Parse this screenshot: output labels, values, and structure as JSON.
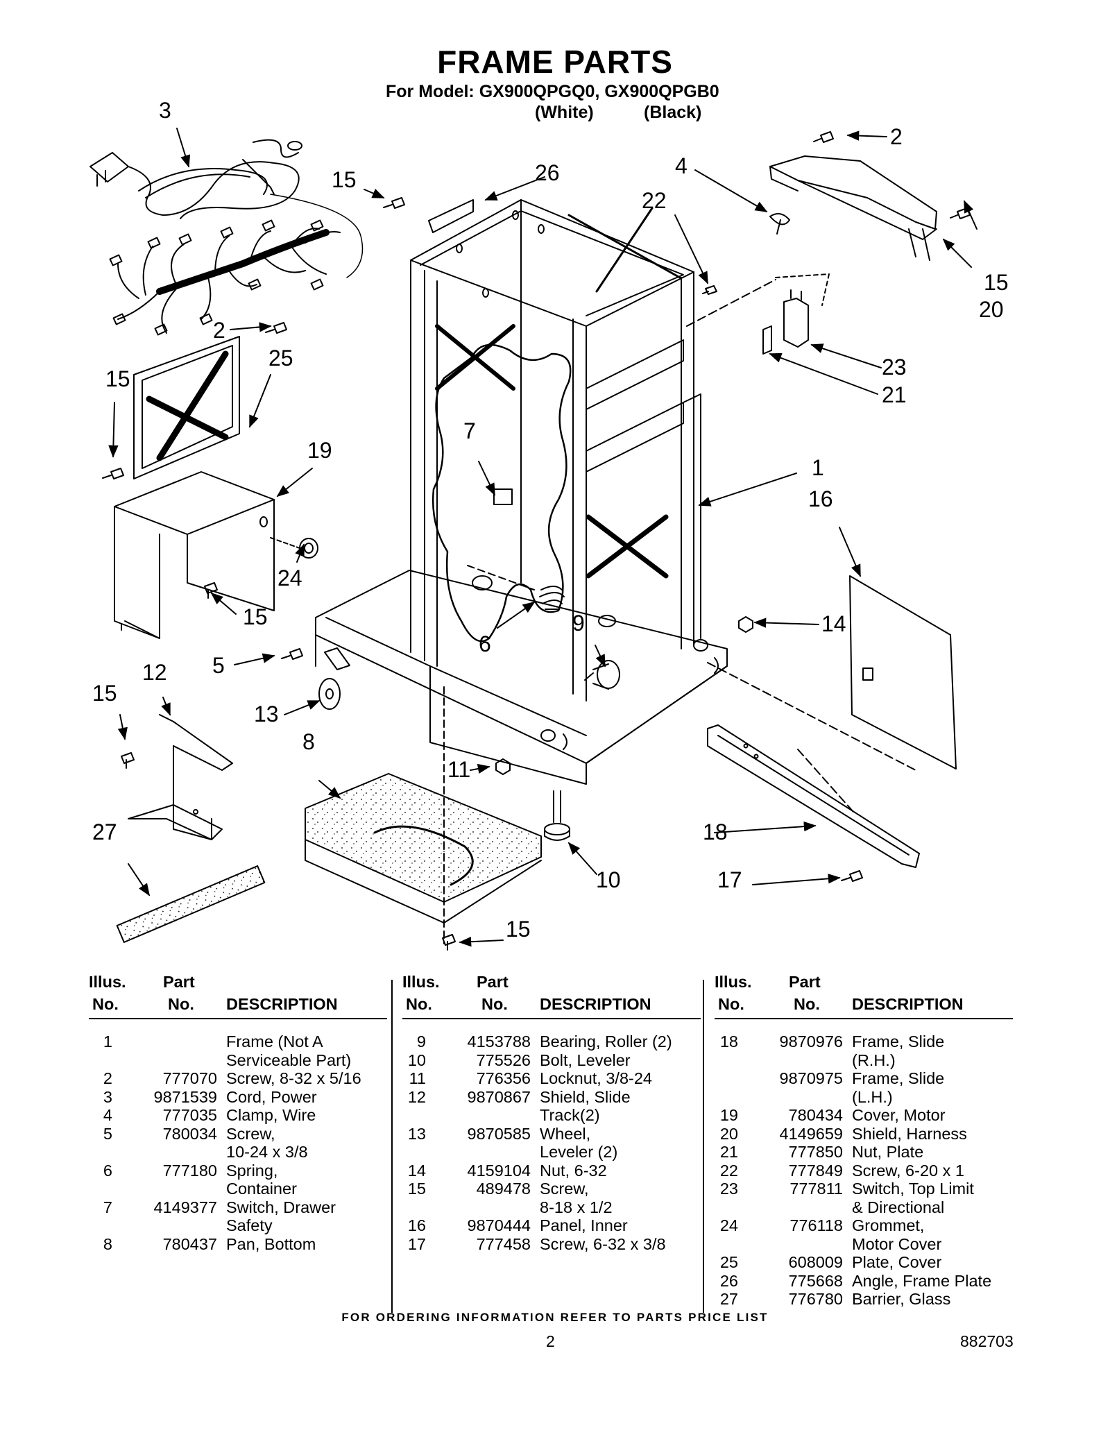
{
  "header": {
    "title": "FRAME PARTS",
    "model_line": "For Model: GX900QPGQ0, GX900QPGB0",
    "variant_white": "(White)",
    "variant_black": "(Black)"
  },
  "diagram": {
    "callouts": [
      {
        "id": "c3",
        "text": "3"
      },
      {
        "id": "c2a",
        "text": "2"
      },
      {
        "id": "c15a",
        "text": "15"
      },
      {
        "id": "c26",
        "text": "26"
      },
      {
        "id": "c4",
        "text": "4"
      },
      {
        "id": "c22",
        "text": "22"
      },
      {
        "id": "c15b",
        "text": "15"
      },
      {
        "id": "c20",
        "text": "20"
      },
      {
        "id": "c2b",
        "text": "2"
      },
      {
        "id": "c25",
        "text": "25"
      },
      {
        "id": "c15c",
        "text": "15"
      },
      {
        "id": "c23",
        "text": "23"
      },
      {
        "id": "c21",
        "text": "21"
      },
      {
        "id": "c19",
        "text": "19"
      },
      {
        "id": "c7",
        "text": "7"
      },
      {
        "id": "c1",
        "text": "1"
      },
      {
        "id": "c16",
        "text": "16"
      },
      {
        "id": "c24",
        "text": "24"
      },
      {
        "id": "c15d",
        "text": "15"
      },
      {
        "id": "c14",
        "text": "14"
      },
      {
        "id": "c9",
        "text": "9"
      },
      {
        "id": "c6",
        "text": "6"
      },
      {
        "id": "c5",
        "text": "5"
      },
      {
        "id": "c12",
        "text": "12"
      },
      {
        "id": "c15e",
        "text": "15"
      },
      {
        "id": "c13",
        "text": "13"
      },
      {
        "id": "c8",
        "text": "8"
      },
      {
        "id": "c11",
        "text": "11"
      },
      {
        "id": "c27",
        "text": "27"
      },
      {
        "id": "c18",
        "text": "18"
      },
      {
        "id": "c10",
        "text": "10"
      },
      {
        "id": "c17",
        "text": "17"
      },
      {
        "id": "c15f",
        "text": "15"
      }
    ]
  },
  "table": {
    "headers": {
      "illus_line1": "Illus.",
      "illus_line2": "No.",
      "part_line1": "Part",
      "part_line2": "No.",
      "description": "DESCRIPTION"
    },
    "columns": [
      {
        "rows": [
          {
            "no": "1",
            "part": "",
            "desc": [
              "Frame (Not A",
              "Serviceable Part)"
            ]
          },
          {
            "no": "2",
            "part": "777070",
            "desc": [
              "Screw, 8-32 x 5/16"
            ]
          },
          {
            "no": "3",
            "part": "9871539",
            "desc": [
              "Cord, Power"
            ]
          },
          {
            "no": "4",
            "part": "777035",
            "desc": [
              "Clamp, Wire"
            ]
          },
          {
            "no": "5",
            "part": "780034",
            "desc": [
              "Screw,",
              "10-24 x 3/8"
            ]
          },
          {
            "no": "6",
            "part": "777180",
            "desc": [
              "Spring,",
              "Container"
            ]
          },
          {
            "no": "7",
            "part": "4149377",
            "desc": [
              "Switch, Drawer",
              "Safety"
            ]
          },
          {
            "no": "8",
            "part": "780437",
            "desc": [
              "Pan, Bottom"
            ]
          }
        ]
      },
      {
        "rows": [
          {
            "no": "9",
            "part": "4153788",
            "desc": [
              "Bearing, Roller (2)"
            ]
          },
          {
            "no": "10",
            "part": "775526",
            "desc": [
              "Bolt, Leveler"
            ]
          },
          {
            "no": "11",
            "part": "776356",
            "desc": [
              "Locknut, 3/8-24"
            ]
          },
          {
            "no": "12",
            "part": "9870867",
            "desc": [
              "Shield, Slide",
              "Track(2)"
            ]
          },
          {
            "no": "13",
            "part": "9870585",
            "desc": [
              "Wheel,",
              "Leveler (2)"
            ]
          },
          {
            "no": "14",
            "part": "4159104",
            "desc": [
              "Nut, 6-32"
            ]
          },
          {
            "no": "15",
            "part": "489478",
            "desc": [
              "Screw,",
              "8-18 x 1/2"
            ]
          },
          {
            "no": "16",
            "part": "9870444",
            "desc": [
              "Panel, Inner"
            ]
          },
          {
            "no": "17",
            "part": "777458",
            "desc": [
              "Screw, 6-32 x 3/8"
            ]
          }
        ]
      },
      {
        "rows": [
          {
            "no": "18",
            "part": "9870976",
            "desc": [
              "Frame, Slide",
              "(R.H.)"
            ]
          },
          {
            "no": "",
            "part": "9870975",
            "desc": [
              "Frame, Slide",
              "(L.H.)"
            ]
          },
          {
            "no": "19",
            "part": "780434",
            "desc": [
              "Cover, Motor"
            ]
          },
          {
            "no": "20",
            "part": "4149659",
            "desc": [
              "Shield, Harness"
            ]
          },
          {
            "no": "21",
            "part": "777850",
            "desc": [
              "Nut, Plate"
            ]
          },
          {
            "no": "22",
            "part": "777849",
            "desc": [
              "Screw, 6-20 x 1"
            ]
          },
          {
            "no": "23",
            "part": "777811",
            "desc": [
              "Switch, Top Limit",
              "& Directional"
            ]
          },
          {
            "no": "24",
            "part": "776118",
            "desc": [
              "Grommet,",
              "Motor Cover"
            ]
          },
          {
            "no": "25",
            "part": "608009",
            "desc": [
              "Plate, Cover"
            ]
          },
          {
            "no": "26",
            "part": "775668",
            "desc": [
              "Angle, Frame Plate"
            ]
          },
          {
            "no": "27",
            "part": "776780",
            "desc": [
              "Barrier, Glass"
            ]
          }
        ]
      }
    ]
  },
  "footer": {
    "ordering_note": "FOR ORDERING INFORMATION REFER TO PARTS PRICE LIST",
    "page_number": "2",
    "document_number": "882703"
  }
}
